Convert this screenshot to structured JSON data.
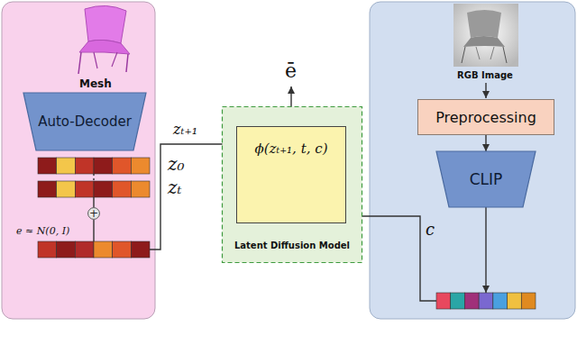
{
  "diagram": {
    "nodes": [
      {
        "text": [
          "Auto-Decoder"
        ]
      },
      {
        "text": [
          "z₀"
        ]
      },
      {
        "text": [
          "zₜ"
        ]
      },
      {
        "text": [
          "+"
        ]
      },
      {
        "text": [
          "e ≈ N(0, I)"
        ]
      },
      {
        "text": [
          "Latent Diffusion Model"
        ]
      },
      {
        "text": [
          "ϕ(zₜ₊₁, t, c)"
        ],
        "in": 5
      },
      {
        "text": [
          "Preprocessing"
        ]
      },
      {
        "text": [
          "CLIP"
        ]
      },
      {
        "text": [
          "c"
        ]
      }
    ],
    "edges": [
      {
        "from": 1,
        "to": 2,
        "arrow": "none"
      },
      {
        "from": 2,
        "to": 3,
        "arrow": "none"
      },
      {
        "from": 3,
        "to": 4,
        "arrow": "none"
      },
      {
        "from": 4,
        "to": 6,
        "label": "zₜ₊₁",
        "arrow": "to"
      },
      {
        "from": 7,
        "to": 8,
        "arrow": "to"
      },
      {
        "from": 8,
        "to": 9,
        "arrow": "to"
      },
      {
        "from": 9,
        "to": 6,
        "arrow": "to"
      }
    ],
    "labels": [
      "Mesh",
      "RGB Image",
      "ē"
    ]
  }
}
